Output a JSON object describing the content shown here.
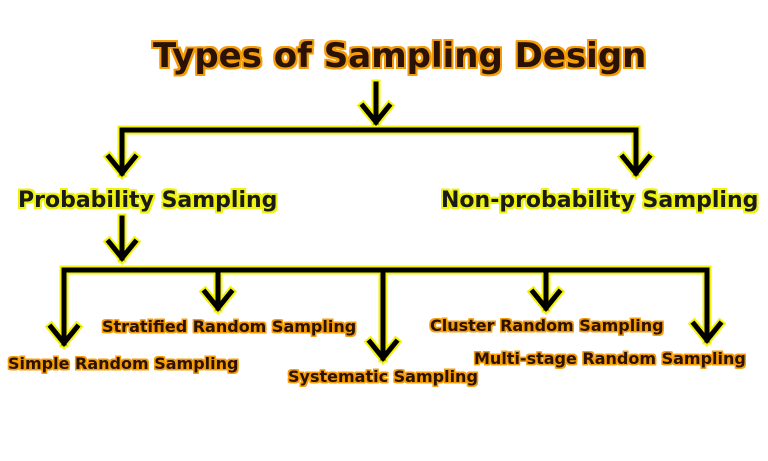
{
  "title": "Types of Sampling Design",
  "categories": {
    "probability": "Probability Sampling",
    "non_probability": "Non-probability Sampling"
  },
  "methods": {
    "simple": "Simple Random Sampling",
    "stratified": "Stratified Random Sampling",
    "systematic": "Systematic Sampling",
    "cluster": "Cluster Random Sampling",
    "multistage": "Multi-stage Random Sampling"
  },
  "colors": {
    "line": "#000000",
    "line_outline": "#f2f20a",
    "text_dark": "#2a1206",
    "title_outline": "#f59d08",
    "category_outline": "#eef30f",
    "leaf_outline": "#f59d08"
  }
}
